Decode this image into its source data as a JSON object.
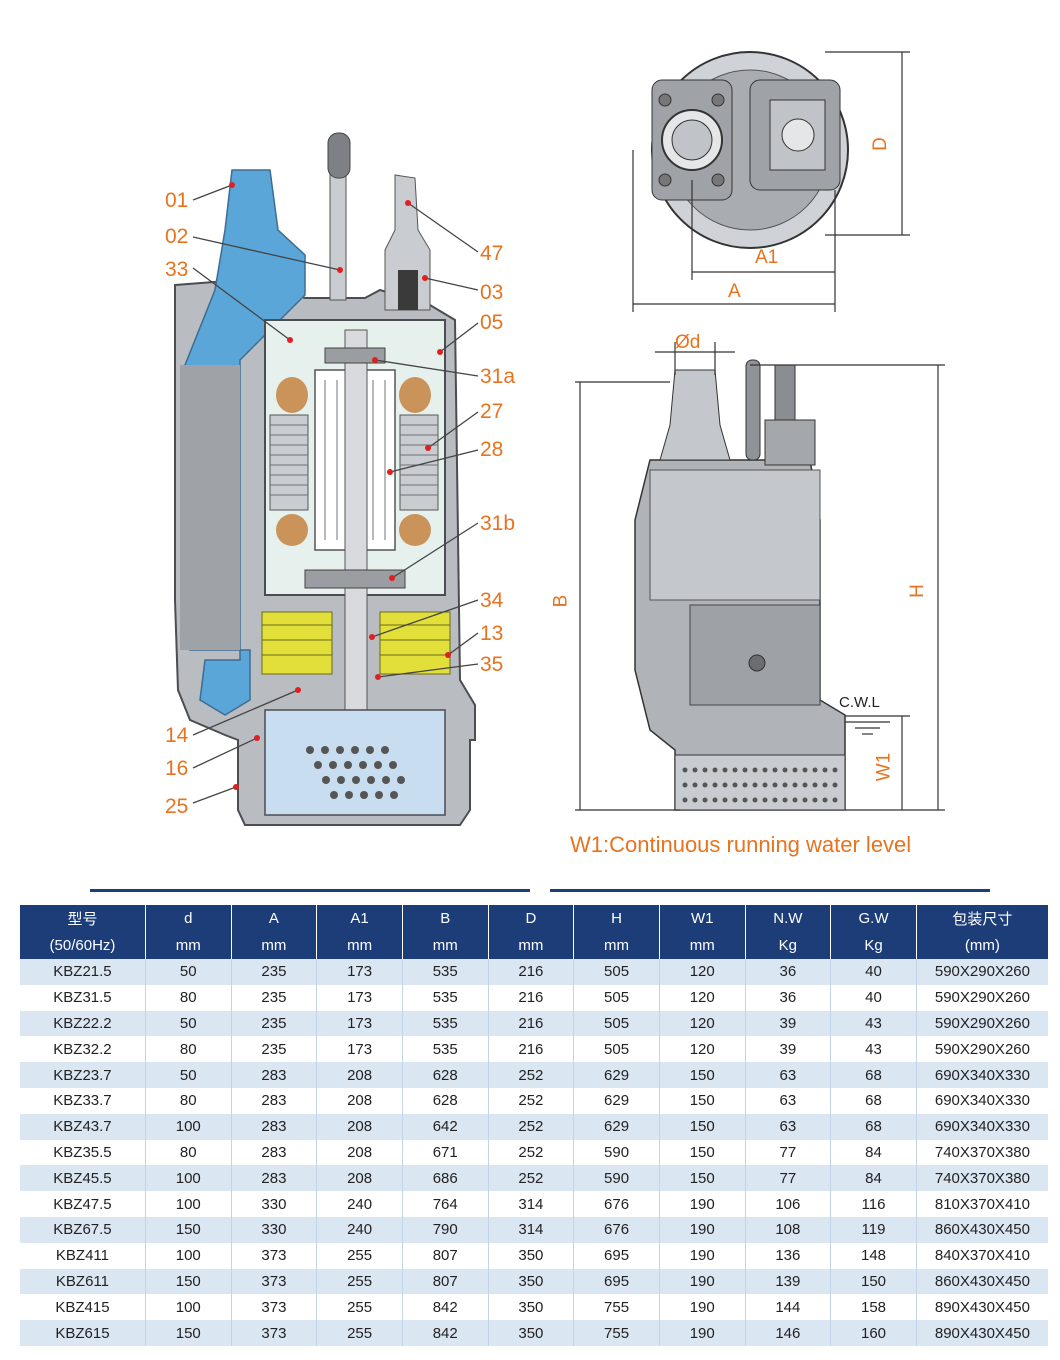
{
  "callouts": {
    "c01": "01",
    "c02": "02",
    "c33": "33",
    "c47": "47",
    "c03": "03",
    "c05": "05",
    "c31a": "31a",
    "c27": "27",
    "c28": "28",
    "c31b": "31b",
    "c34": "34",
    "c13": "13",
    "c35": "35",
    "c14": "14",
    "c16": "16",
    "c25": "25"
  },
  "dimensions": {
    "D": "D",
    "A1": "A1",
    "A": "A",
    "d": "Ød",
    "B": "B",
    "H": "H",
    "W1": "W1",
    "cwl": "C.W.L"
  },
  "caption": "W1:Continuous running water level",
  "colors": {
    "accent": "#e8731f",
    "header": "#1c3d78",
    "stripe": "#dbe6f3",
    "water": "#5aa6d8"
  },
  "table": {
    "headers1": [
      "型号",
      "d",
      "A",
      "A1",
      "B",
      "D",
      "H",
      "W1",
      "N.W",
      "G.W",
      "包装尺寸"
    ],
    "headers2": [
      "(50/60Hz)",
      "mm",
      "mm",
      "mm",
      "mm",
      "mm",
      "mm",
      "mm",
      "Kg",
      "Kg",
      "(mm)"
    ],
    "rows": [
      [
        "KBZ21.5",
        "50",
        "235",
        "173",
        "535",
        "216",
        "505",
        "120",
        "36",
        "40",
        "590X290X260"
      ],
      [
        "KBZ31.5",
        "80",
        "235",
        "173",
        "535",
        "216",
        "505",
        "120",
        "36",
        "40",
        "590X290X260"
      ],
      [
        "KBZ22.2",
        "50",
        "235",
        "173",
        "535",
        "216",
        "505",
        "120",
        "39",
        "43",
        "590X290X260"
      ],
      [
        "KBZ32.2",
        "80",
        "235",
        "173",
        "535",
        "216",
        "505",
        "120",
        "39",
        "43",
        "590X290X260"
      ],
      [
        "KBZ23.7",
        "50",
        "283",
        "208",
        "628",
        "252",
        "629",
        "150",
        "63",
        "68",
        "690X340X330"
      ],
      [
        "KBZ33.7",
        "80",
        "283",
        "208",
        "628",
        "252",
        "629",
        "150",
        "63",
        "68",
        "690X340X330"
      ],
      [
        "KBZ43.7",
        "100",
        "283",
        "208",
        "642",
        "252",
        "629",
        "150",
        "63",
        "68",
        "690X340X330"
      ],
      [
        "KBZ35.5",
        "80",
        "283",
        "208",
        "671",
        "252",
        "590",
        "150",
        "77",
        "84",
        "740X370X380"
      ],
      [
        "KBZ45.5",
        "100",
        "283",
        "208",
        "686",
        "252",
        "590",
        "150",
        "77",
        "84",
        "740X370X380"
      ],
      [
        "KBZ47.5",
        "100",
        "330",
        "240",
        "764",
        "314",
        "676",
        "190",
        "106",
        "116",
        "810X370X410"
      ],
      [
        "KBZ67.5",
        "150",
        "330",
        "240",
        "790",
        "314",
        "676",
        "190",
        "108",
        "119",
        "860X430X450"
      ],
      [
        "KBZ411",
        "100",
        "373",
        "255",
        "807",
        "350",
        "695",
        "190",
        "136",
        "148",
        "840X370X410"
      ],
      [
        "KBZ611",
        "150",
        "373",
        "255",
        "807",
        "350",
        "695",
        "190",
        "139",
        "150",
        "860X430X450"
      ],
      [
        "KBZ415",
        "100",
        "373",
        "255",
        "842",
        "350",
        "755",
        "190",
        "144",
        "158",
        "890X430X450"
      ],
      [
        "KBZ615",
        "150",
        "373",
        "255",
        "842",
        "350",
        "755",
        "190",
        "146",
        "160",
        "890X430X450"
      ]
    ]
  }
}
